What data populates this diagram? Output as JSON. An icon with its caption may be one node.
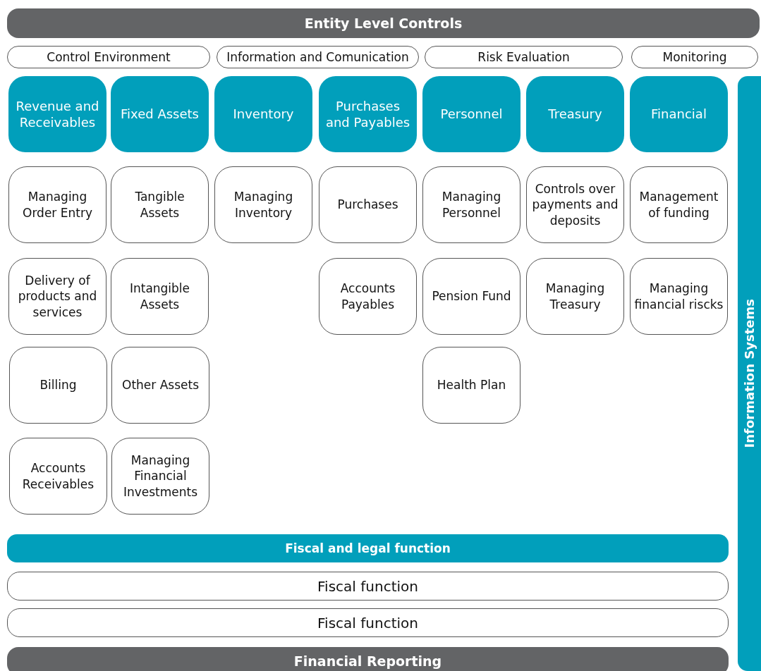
{
  "diagram": {
    "nodes": [
      {
        "text": [
          "Entity Level Controls"
        ]
      },
      {
        "text": [
          "Control Environment"
        ]
      },
      {
        "text": [
          "Information and Comunication"
        ]
      },
      {
        "text": [
          "Risk Evaluation"
        ]
      },
      {
        "text": [
          "Monitoring"
        ]
      },
      {
        "text": [
          "Information Systems"
        ]
      },
      {
        "text": [
          "Revenue and Receivables"
        ]
      },
      {
        "text": [
          "Fixed Assets"
        ]
      },
      {
        "text": [
          "Inventory"
        ]
      },
      {
        "text": [
          "Purchases and Payables"
        ]
      },
      {
        "text": [
          "Personnel"
        ]
      },
      {
        "text": [
          "Treasury"
        ]
      },
      {
        "text": [
          "Financial"
        ]
      },
      {
        "text": [
          "Managing Order Entry"
        ]
      },
      {
        "text": [
          "Tangible Assets"
        ]
      },
      {
        "text": [
          "Managing Inventory"
        ]
      },
      {
        "text": [
          "Purchases"
        ]
      },
      {
        "text": [
          "Managing Personnel"
        ]
      },
      {
        "text": [
          "Controls over payments and deposits"
        ]
      },
      {
        "text": [
          "Management of funding"
        ]
      },
      {
        "text": [
          "Delivery of products and services"
        ]
      },
      {
        "text": [
          "Intangible Assets"
        ]
      },
      {
        "text": [
          "Accounts Payables"
        ]
      },
      {
        "text": [
          "Pension Fund"
        ]
      },
      {
        "text": [
          "Managing Treasury"
        ]
      },
      {
        "text": [
          "Managing financial riscks"
        ]
      },
      {
        "text": [
          "Billing"
        ]
      },
      {
        "text": [
          "Other Assets"
        ]
      },
      {
        "text": [
          "Health Plan"
        ]
      },
      {
        "text": [
          "Accounts Receivables"
        ]
      },
      {
        "text": [
          "Managing Financial Investments"
        ]
      },
      {
        "text": [
          "Fiscal and legal function"
        ]
      },
      {
        "text": [
          "Fiscal function"
        ]
      },
      {
        "text": [
          "Fiscal function"
        ]
      },
      {
        "text": [
          "Financial Reporting"
        ]
      }
    ]
  }
}
